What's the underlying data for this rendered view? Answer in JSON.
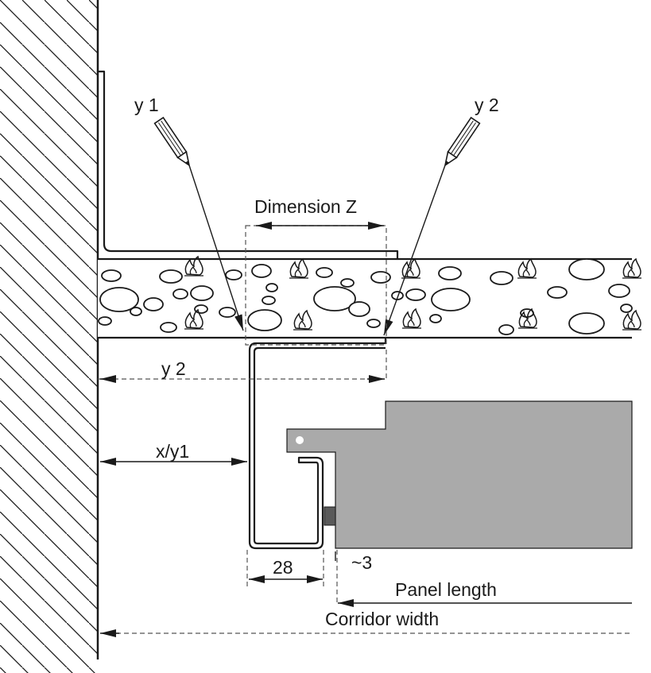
{
  "labels": {
    "pencil_left": "y 1",
    "pencil_right": "y 2",
    "dimension_z": "Dimension Z",
    "y2_dimension": "y 2",
    "xy1_dimension": "x/y1",
    "dim_28": "28",
    "gap_3": "~3",
    "panel_length": "Panel length",
    "corridor_width": "Corridor width"
  },
  "colors": {
    "line": "#1a1a1a",
    "panel": "#aaaaaa",
    "seal": "#5a5a5a"
  },
  "icons": [
    "pencil-icon",
    "fire-symbol-icon"
  ]
}
